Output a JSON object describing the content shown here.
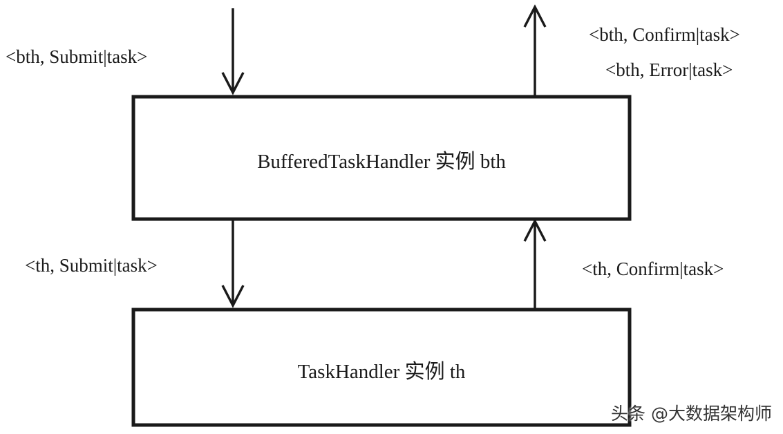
{
  "diagram": {
    "nodes": [
      {
        "id": "bth",
        "label": "BufferedTaskHandler 实例 bth"
      },
      {
        "id": "th",
        "label": "TaskHandler 实例 th"
      }
    ],
    "edges": [
      {
        "id": "in-bth",
        "from": "external",
        "to": "bth",
        "labels": [
          "<bth, Submit|task>"
        ]
      },
      {
        "id": "out-bth",
        "from": "bth",
        "to": "external",
        "labels": [
          "<bth, Confirm|task>",
          "<bth, Error|task>"
        ]
      },
      {
        "id": "bth-to-th",
        "from": "bth",
        "to": "th",
        "labels": [
          "<th, Submit|task>"
        ]
      },
      {
        "id": "th-to-bth",
        "from": "th",
        "to": "bth",
        "labels": [
          "<th, Confirm|task>"
        ]
      }
    ]
  },
  "watermark": "头条 @大数据架构师",
  "colors": {
    "stroke": "#1a1a1a",
    "background": "#ffffff"
  }
}
